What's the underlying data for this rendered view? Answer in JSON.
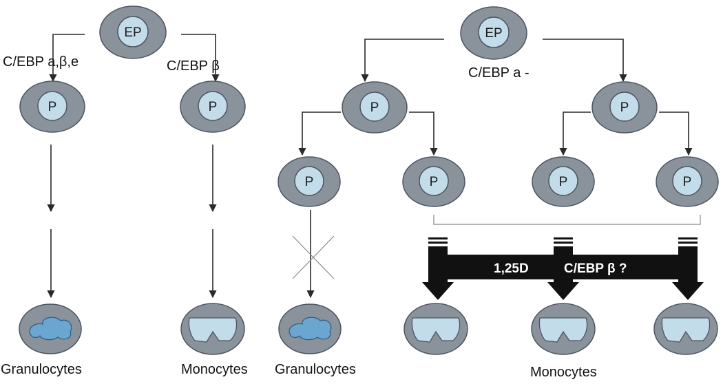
{
  "nodes": {
    "ep": "EP",
    "p": "P"
  },
  "labels": {
    "cebp_abe": "C/EBP a,β,e",
    "cebp_b": "C/EBP β",
    "cebp_a_minus": "C/EBP a -",
    "d125": "1,25D",
    "cebp_b_q": "C/EBP β ?",
    "granulocytes": "Granulocytes",
    "monocytes": "Monocytes"
  },
  "colors": {
    "cell_outer": "#8a929c",
    "cell_inner": "#c2dcea",
    "granulocyte_nucleus": "#6aa6cf",
    "bar": "#111111"
  }
}
